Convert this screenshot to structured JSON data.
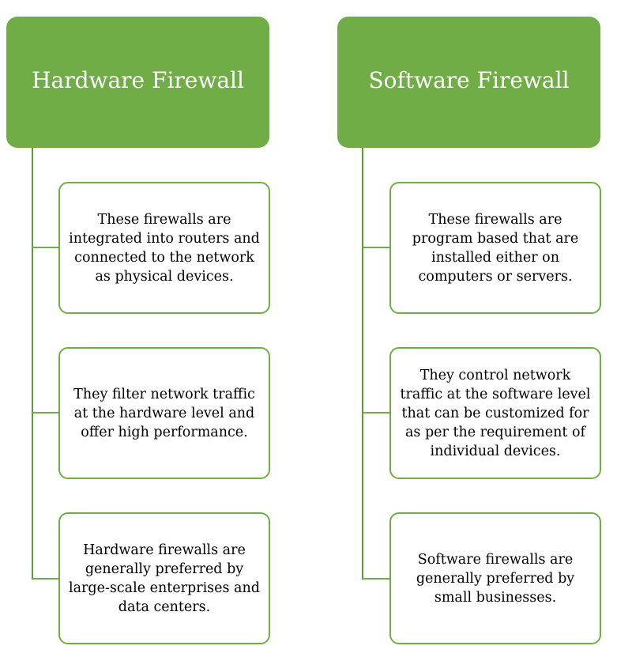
{
  "columns": [
    {
      "title": "Hardware Firewall",
      "items": [
        "These firewalls  are integrated into routers and connected to the network as physical devices.",
        "They filter network traffic at the hardware level and offer high performance.",
        "Hardware  firewalls are generally preferred by large-scale enterprises and data centers."
      ]
    },
    {
      "title": "Software Firewall",
      "items": [
        "These firewalls are program based that are installed either on computers or servers.",
        "They control network traffic at the software level that  can be customized for as per the requirement of individual devices.",
        "Software firewalls are generally preferred by small businesses."
      ]
    }
  ],
  "colors": {
    "accent": "#70ad47"
  }
}
